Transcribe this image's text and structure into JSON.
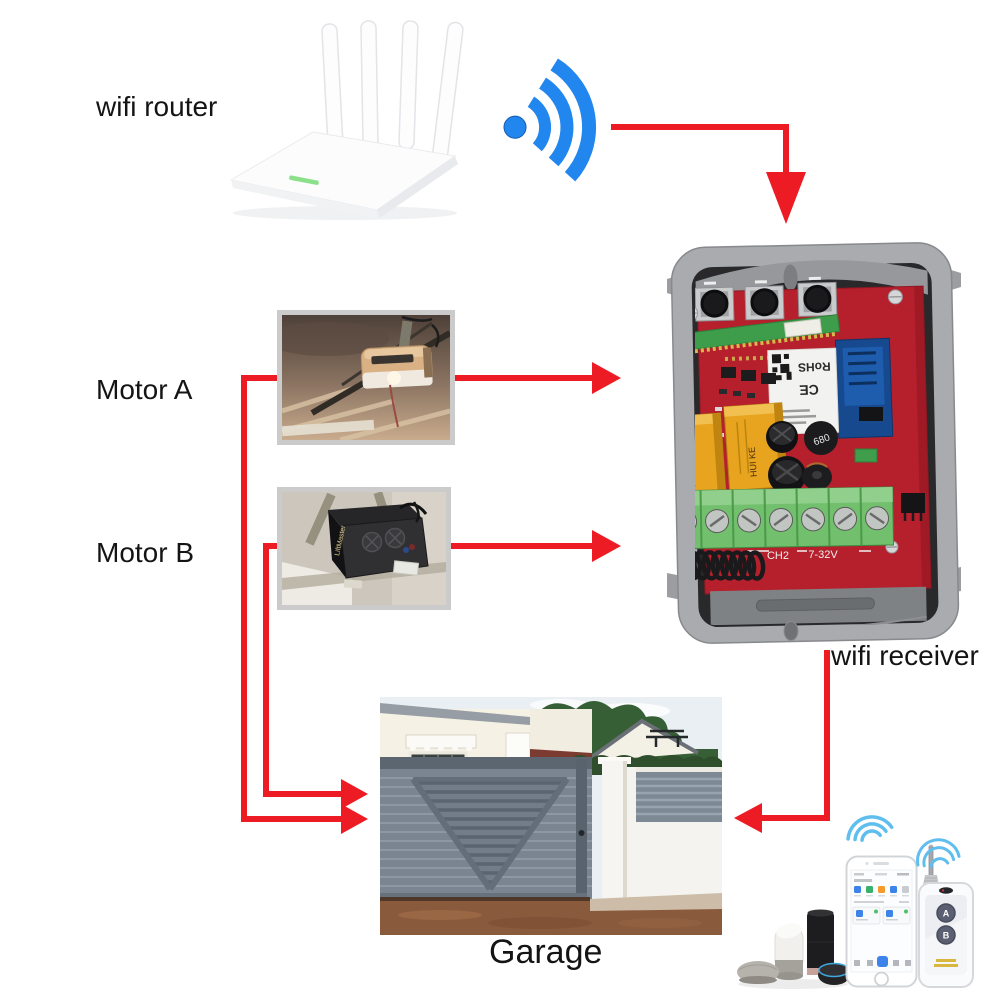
{
  "labels": {
    "wifi_router": "wifi router",
    "motor_a": "Motor A",
    "motor_b": "Motor B",
    "wifi_receiver": "wifi receiver",
    "garage": "Garage"
  },
  "receiver": {
    "wifi_module": {
      "rohs": "RoHS",
      "ce": "CE"
    },
    "capacitor_marking": "680",
    "silkscreen": {
      "ch2": "CH2",
      "power": "7-32V"
    },
    "relay_brand": "HUI KE"
  },
  "motor_b": {
    "brand": "LiftMaster"
  },
  "remote": {
    "button_a": "A",
    "button_b": "B"
  },
  "icons": {
    "router_signal": "wifi-signal-icon",
    "phone_signal": "wifi-waves-icon",
    "remote_signal": "wifi-waves-icon"
  },
  "images": {
    "router": "white 4-antenna wifi router with green LED",
    "motor_a": "ceiling-mounted garage door opener motor",
    "motor_b": "black LiftMaster garage door opener motor",
    "receiver": "wifi receiver: red PCB in grey case with relays, wifi module and green terminal block",
    "garage": "grey sliding garage gate in front of house",
    "smart_speakers": "smart speakers group",
    "smartphone": "smartphone with smart-home app",
    "remote_control": "white two-button RF remote"
  },
  "connections": [
    {
      "from": "wifi-router",
      "to": "wifi-receiver"
    },
    {
      "from": "motor-a",
      "to": "wifi-receiver"
    },
    {
      "from": "motor-b",
      "to": "wifi-receiver"
    },
    {
      "from": "motor-a",
      "to": "garage"
    },
    {
      "from": "motor-b",
      "to": "garage"
    },
    {
      "from": "wifi-receiver",
      "to": "garage"
    }
  ],
  "colors": {
    "arrow_red": "#ec1b24",
    "wifi_blue": "#2286ef",
    "signal_light_blue": "#5fbeee",
    "pcb_red": "#b6202c",
    "relay_orange": "#e8a31f",
    "terminal_green": "#72c06e",
    "enclosure_gray": "#a9abae",
    "gate_gray": "#7a8591",
    "led_green": "#8ce08a"
  }
}
